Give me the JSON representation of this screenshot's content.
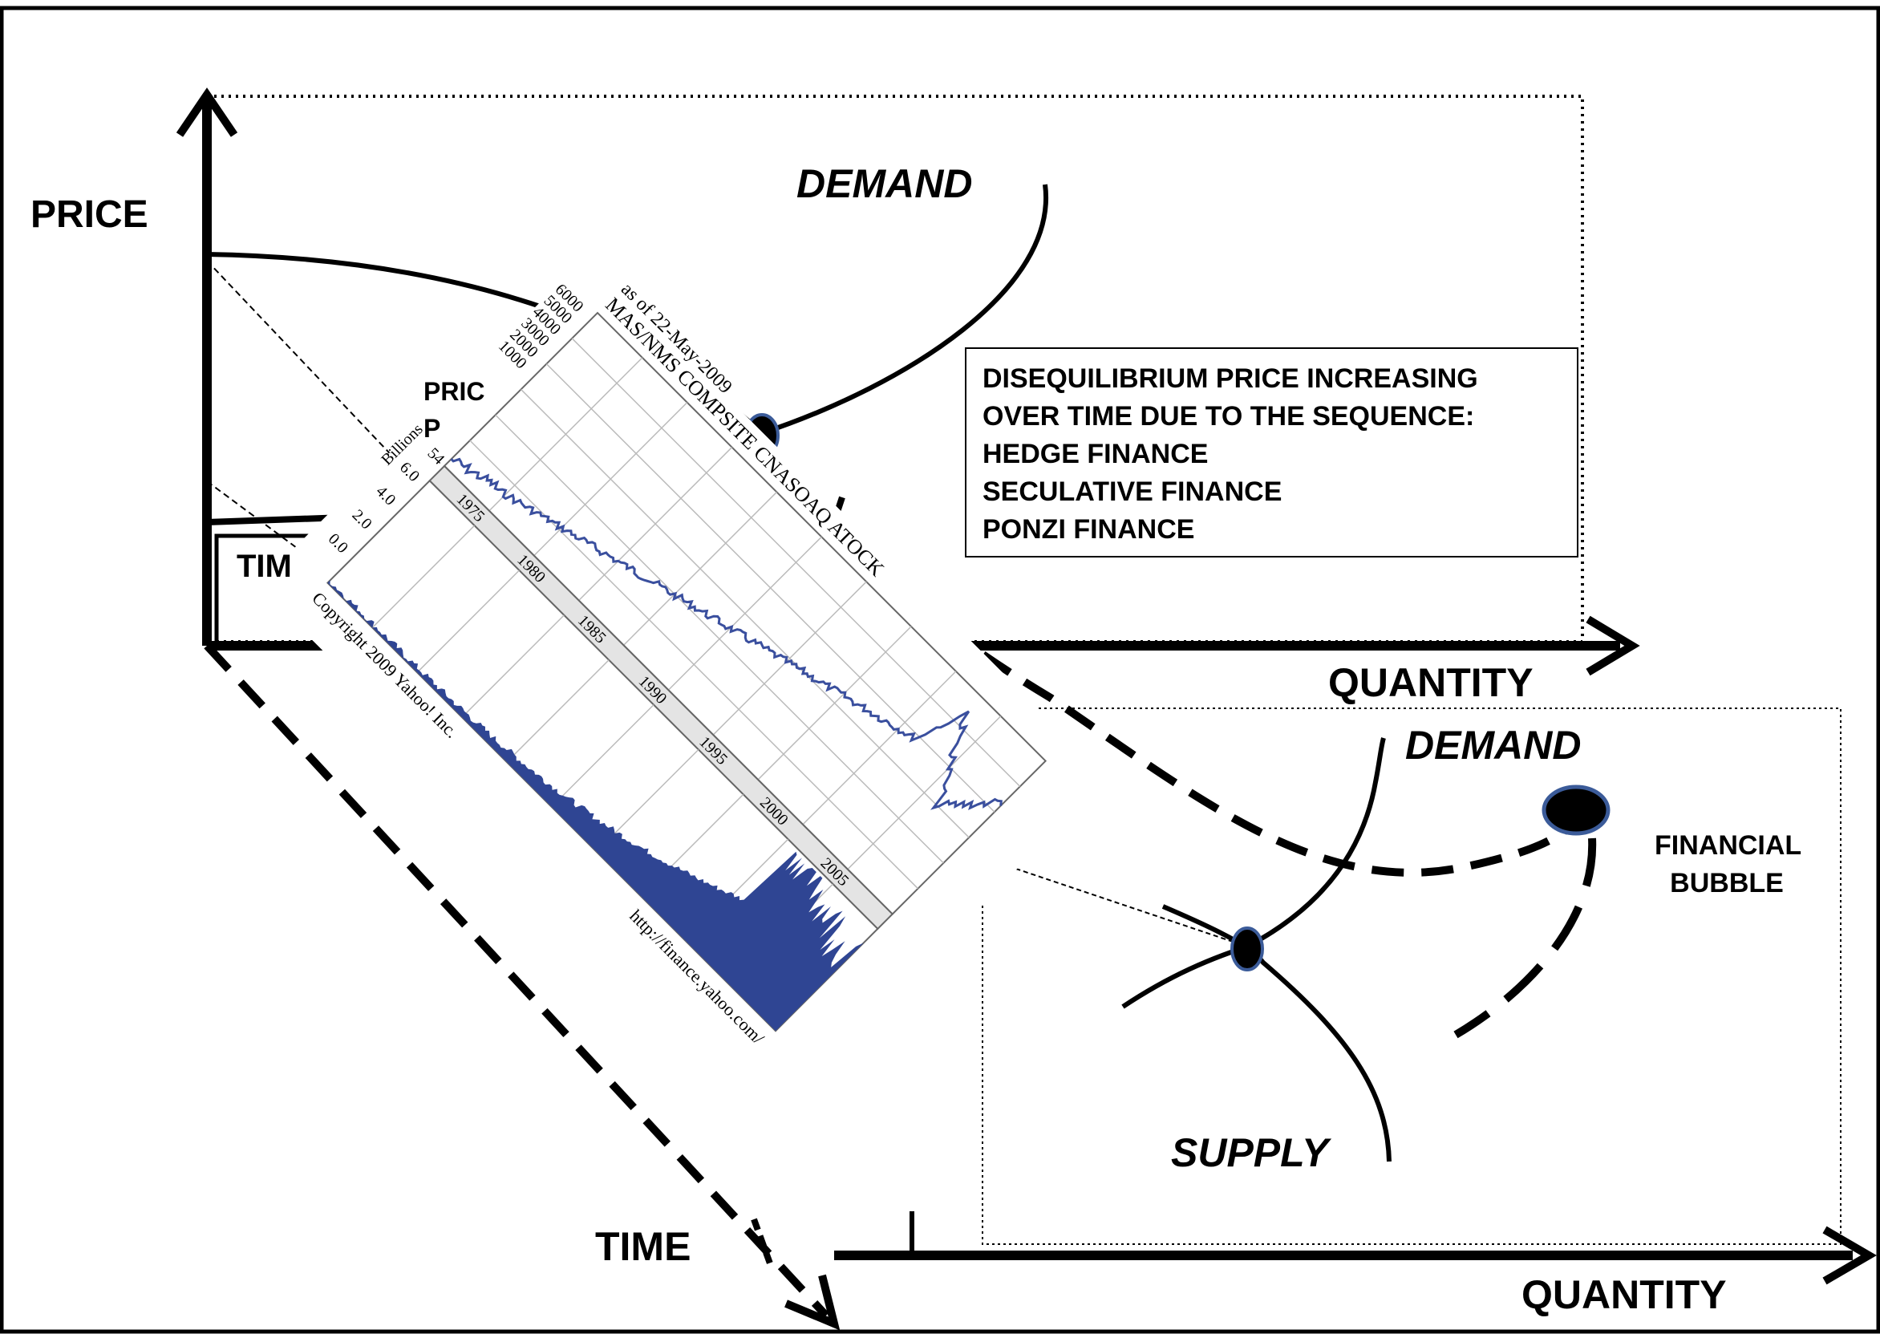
{
  "top_diagram": {
    "y_axis_label": "PRICE",
    "x_axis_label": "QUANTITY",
    "curve_label": "DEMAND",
    "partial_labels": [
      "PRIC",
      "P",
      "TIM"
    ],
    "annotation_lines": [
      "DISEQUILIBRIUM PRICE INCREASING",
      "OVER TIME DUE TO THE SEQUENCE:",
      "HEDGE FINANCE",
      "SECULATIVE FINANCE",
      "PONZI FINANCE"
    ]
  },
  "bottom_diagram": {
    "time_axis_label": "TIME",
    "x_axis_label": "QUANTITY",
    "demand_label": "DEMAND",
    "supply_label": "SUPPLY",
    "bubble_label_line1": "FINANCIAL",
    "bubble_label_line2": "BUBBLE"
  },
  "stock_chart": {
    "title": "MAS/NMS COMPSITE CNASOAQ ATOCK",
    "subtitle": "as of 22-May-2009",
    "price_ticks": [
      "6000",
      "5000",
      "4000",
      "3000",
      "2000",
      "1000"
    ],
    "volume_unit": "Billions",
    "volume_ticks": [
      "6.0",
      "4.0",
      "2.0",
      "0.0"
    ],
    "corner_label": "54",
    "year_ticks": [
      "1975",
      "1980",
      "1985",
      "1990",
      "1995",
      "2000",
      "2005"
    ],
    "copyright": "Copyright 2009 Yahoo! Inc.",
    "source_url": "http://finance.yahoo.com/",
    "line_color": "#3a4f9e",
    "volume_color": "#2f4593"
  }
}
